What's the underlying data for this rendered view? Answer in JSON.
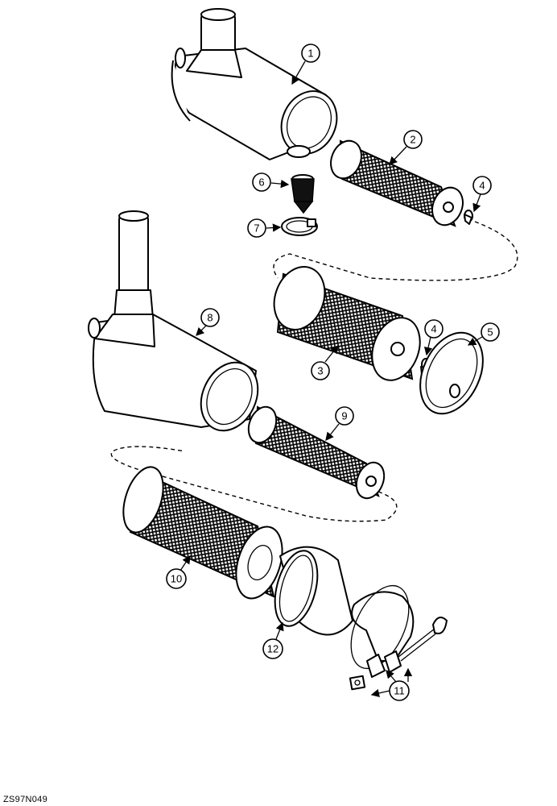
{
  "figure": {
    "code": "ZS97N049"
  },
  "callouts": [
    {
      "number": "1"
    },
    {
      "number": "2"
    },
    {
      "number": "3"
    },
    {
      "number": "4"
    },
    {
      "number": "4"
    },
    {
      "number": "5"
    },
    {
      "number": "6"
    },
    {
      "number": "7"
    },
    {
      "number": "8"
    },
    {
      "number": "9"
    },
    {
      "number": "10"
    },
    {
      "number": "11"
    },
    {
      "number": "12"
    }
  ]
}
